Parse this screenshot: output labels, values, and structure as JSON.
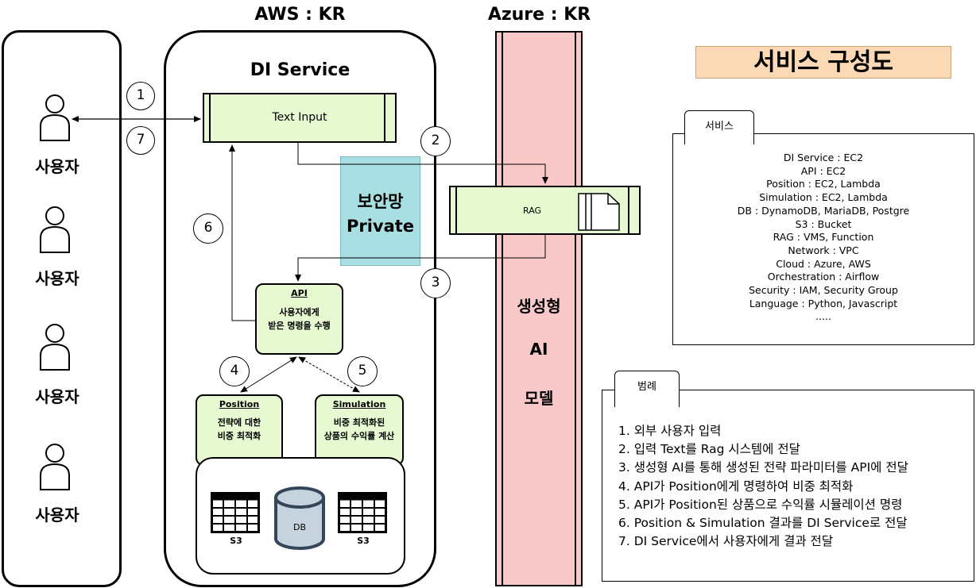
{
  "zones": {
    "aws": "AWS : KR",
    "azure": "Azure : KR",
    "di_service": "DI Service"
  },
  "page_title": "서비스 구성도",
  "users": [
    "사용자",
    "사용자",
    "사용자",
    "사용자"
  ],
  "nodes": {
    "text_input": "Text Input",
    "rag": "RAG",
    "security_network": {
      "line1": "보안망",
      "line2": "Private"
    },
    "azure_model": {
      "line1": "생성형",
      "line2": "AI",
      "line3": "모델"
    },
    "api": {
      "title": "API",
      "line1": "사용자에게",
      "line2": "받은 명령을 수행"
    },
    "position": {
      "title": "Position",
      "line1": "전략에 대한",
      "line2": "비중 최적화"
    },
    "simulation": {
      "title": "Simulation",
      "line1": "비중 최적화된",
      "line2": "상품의 수익률 계산"
    },
    "s3_left": "S3",
    "s3_right": "S3",
    "db": "DB"
  },
  "steps": [
    "1",
    "7",
    "2",
    "6",
    "3",
    "4",
    "5"
  ],
  "services_panel": {
    "tab": "서비스",
    "lines": [
      "DI Service : EC2",
      "API : EC2",
      "Position : EC2, Lambda",
      "Simulation : EC2, Lambda",
      "DB : DynamoDB, MariaDB, Postgre",
      "S3 : Bucket",
      "RAG : VMS, Function",
      "Network : VPC",
      "Cloud : Azure, AWS",
      "Orchestration : Airflow",
      "Security : IAM, Security Group",
      "Language : Python, Javascript",
      "....."
    ]
  },
  "legend_panel": {
    "tab": "범례",
    "lines": [
      "1. 외부 사용자 입력",
      "2. 입력 Text를 Rag 시스템에 전달",
      "3. 생성형 AI를 통해 생성된 전략 파라미터를 API에 전달",
      "4. API가 Position에게 명령하여 비중 최적화",
      "5. API가 Position된 상품으로 수익률 시뮬레이션 명령",
      "6. Position & Simulation 결과를 DI Service로 전달",
      "7. DI Service에서 사용자에게 결과 전달"
    ]
  },
  "colors": {
    "process_fill": "#e6f9d0",
    "security_fill": "#a8dfe3",
    "azure_fill": "#f9c9c9",
    "title_fill": "#fcd9b5",
    "db_fill": "#c6d3df"
  }
}
